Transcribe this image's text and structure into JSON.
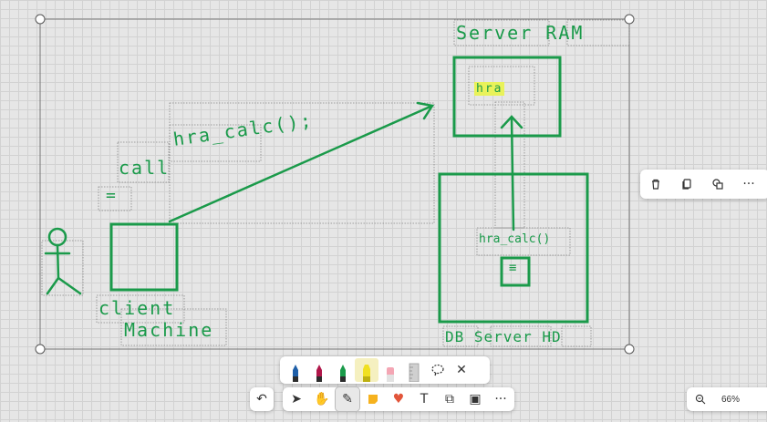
{
  "canvas": {
    "labels": {
      "server_ram": "Server RAM",
      "call": "call",
      "hra_calc_call": "hra_calc();",
      "equals": "=",
      "client_machine_1": "client",
      "client_machine_2": "Machine",
      "hra": "hra",
      "hra_calc_db": "hra_calc()",
      "db_server_hd": "DB Server HD",
      "db_icon": "≡"
    }
  },
  "context_menu": {
    "delete_icon": "trash-icon",
    "copy_icon": "copy-icon",
    "duplicate_icon": "duplicate-icon",
    "more_label": "···"
  },
  "pen_palette": {
    "pens": [
      {
        "name": "blue-pen",
        "color": "#1f5fa8"
      },
      {
        "name": "red-pen",
        "color": "#b0174a"
      },
      {
        "name": "green-pen",
        "color": "#1a9a4a"
      },
      {
        "name": "highlighter",
        "color": "#f0e020"
      },
      {
        "name": "eraser",
        "color": "#f4a6b4"
      },
      {
        "name": "ruler",
        "color": "#c8c8c8"
      }
    ],
    "lasso_icon": "lasso-icon",
    "close_label": "✕"
  },
  "main_toolbar": {
    "undo_label": "↶",
    "select_label": "➤",
    "hand_label": "✋",
    "pen_label": "✎",
    "note_label": "■",
    "reaction_label": "♥",
    "text_label": "T",
    "shapes_label": "⧉",
    "template_label": "▣",
    "more_label": "···"
  },
  "zoom": {
    "zoom_out_label": "−",
    "level": "66%"
  },
  "colors": {
    "ink": "#1a9a4a",
    "highlight": "#e9f25a",
    "selection": "#777777"
  }
}
